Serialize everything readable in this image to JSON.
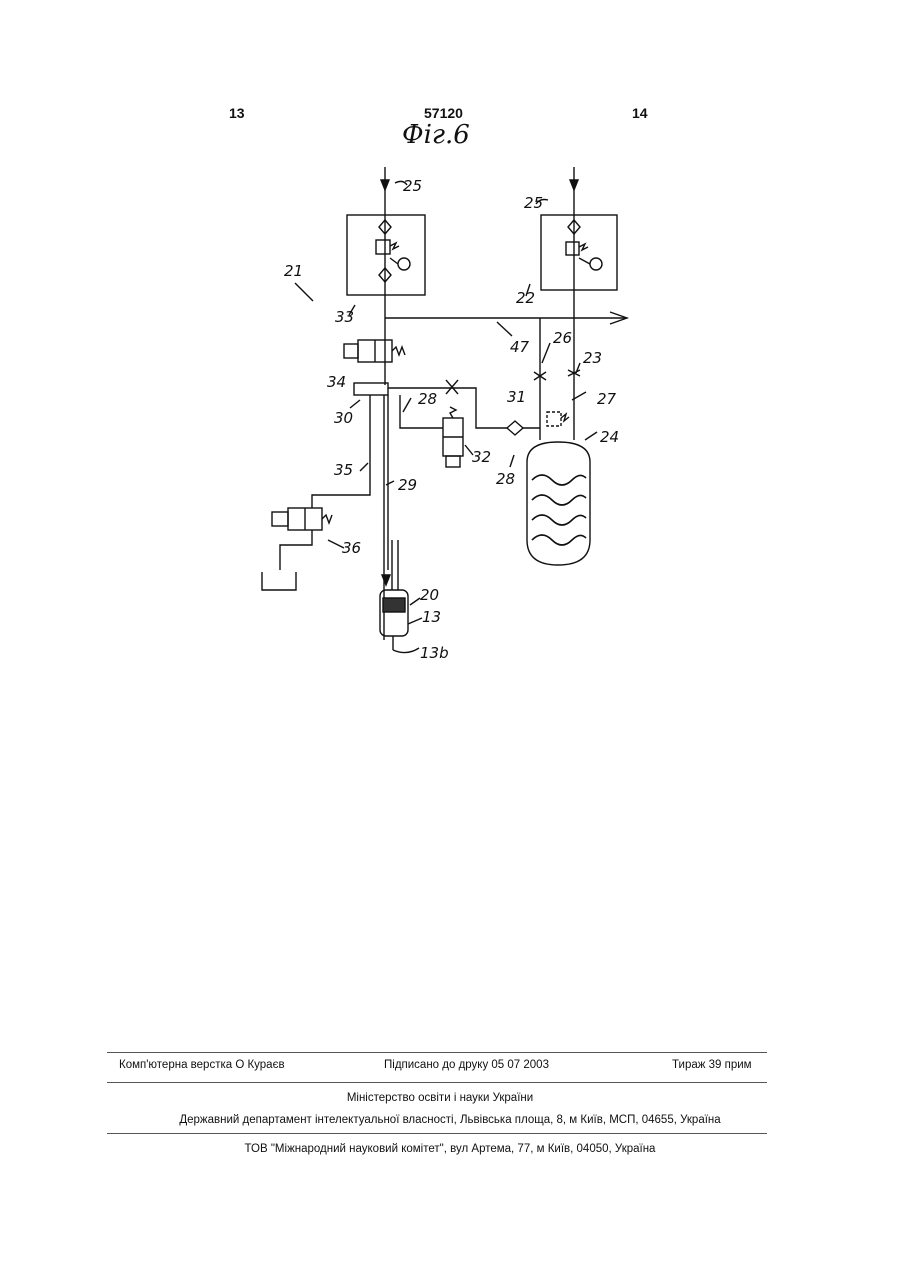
{
  "header": {
    "page_left": "13",
    "doc_number": "57120",
    "page_right": "14"
  },
  "figure": {
    "title": "Фіг.6",
    "labels": {
      "l25a": "25",
      "l25b": "25",
      "l21": "21",
      "l33": "33",
      "l22": "22",
      "l47": "47",
      "l26": "26",
      "l23": "23",
      "l34": "34",
      "l30": "30",
      "l28a": "28",
      "l31": "31",
      "l27": "27",
      "l24": "24",
      "l32": "32",
      "l28b": "28",
      "l35": "35",
      "l29": "29",
      "l36": "36",
      "l20": "20",
      "l13": "13",
      "l13b": "13b"
    }
  },
  "footer": {
    "layout": "Комп'ютерна верстка О Кураєв",
    "signed": "Підписано до друку 05 07 2003",
    "run": "Тираж 39 прим",
    "ministry": "Міністерство освіти і науки України",
    "department": "Державний департамент інтелектуальної власності, Львівська площа, 8, м  Київ, МСП, 04655, Україна",
    "printer": "ТОВ \"Міжнародний науковий комітет\", вул  Артема, 77, м  Київ, 04050, Україна"
  }
}
